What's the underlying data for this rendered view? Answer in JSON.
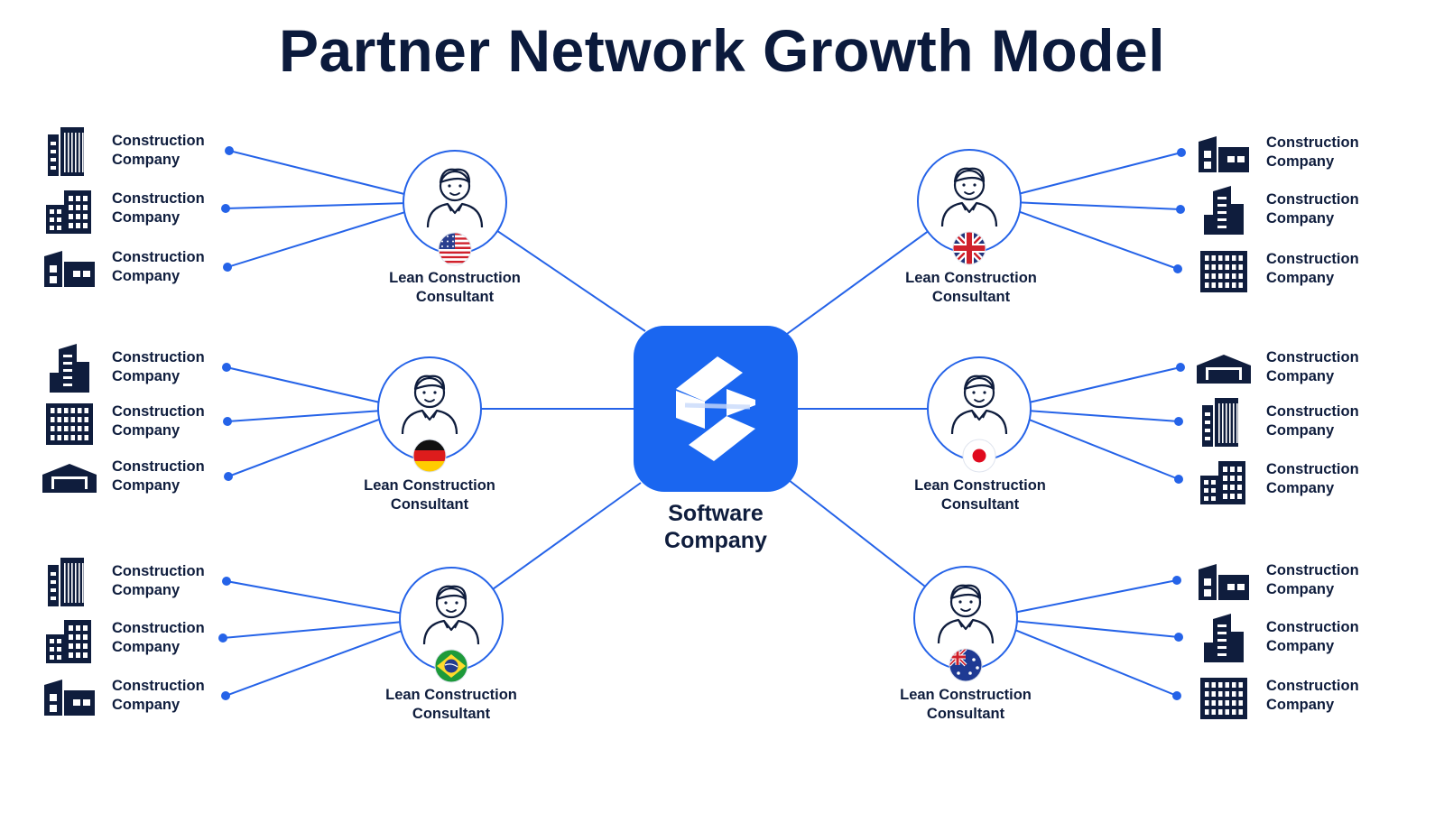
{
  "title": "Partner Network Growth Model",
  "center": {
    "line1": "Software",
    "line2": "Company",
    "icon": "software-logo-icon",
    "color": "#1a66f0"
  },
  "colors": {
    "line": "#2563e8",
    "icon_dark": "#0f1d3d",
    "accent": "#1a66f0"
  },
  "consultants": [
    {
      "id": "us",
      "line1": "Lean Construction",
      "line2": "Consultant",
      "flag": "us-flag-icon"
    },
    {
      "id": "de",
      "line1": "Lean Construction",
      "line2": "Consultant",
      "flag": "germany-flag-icon"
    },
    {
      "id": "br",
      "line1": "Lean Construction",
      "line2": "Consultant",
      "flag": "brazil-flag-icon"
    },
    {
      "id": "uk",
      "line1": "Lean Construction",
      "line2": "Consultant",
      "flag": "uk-flag-icon"
    },
    {
      "id": "jp",
      "line1": "Lean Construction",
      "line2": "Consultant",
      "flag": "japan-flag-icon"
    },
    {
      "id": "au",
      "line1": "Lean Construction",
      "line2": "Consultant",
      "flag": "australia-flag-icon"
    }
  ],
  "companies": [
    {
      "line1": "Construction",
      "line2": "Company",
      "icon": "skyscraper-icon"
    },
    {
      "line1": "Construction",
      "line2": "Company",
      "icon": "office-building-icon"
    },
    {
      "line1": "Construction",
      "line2": "Company",
      "icon": "low-building-icon"
    },
    {
      "line1": "Construction",
      "line2": "Company",
      "icon": "tower-building-icon"
    },
    {
      "line1": "Construction",
      "line2": "Company",
      "icon": "apartment-building-icon"
    },
    {
      "line1": "Construction",
      "line2": "Company",
      "icon": "warehouse-icon"
    },
    {
      "line1": "Construction",
      "line2": "Company",
      "icon": "tall-building-icon"
    },
    {
      "line1": "Construction",
      "line2": "Company",
      "icon": "narrow-building-icon"
    },
    {
      "line1": "Construction",
      "line2": "Company",
      "icon": "storefront-icon"
    },
    {
      "line1": "Construction",
      "line2": "Company",
      "icon": "classical-building-icon"
    },
    {
      "line1": "Construction",
      "line2": "Company",
      "icon": "office-block-icon"
    },
    {
      "line1": "Construction",
      "line2": "Company",
      "icon": "factory-icon"
    },
    {
      "line1": "Construction",
      "line2": "Company",
      "icon": "tower-building-icon"
    },
    {
      "line1": "Construction",
      "line2": "Company",
      "icon": "wide-building-icon"
    },
    {
      "line1": "Construction",
      "line2": "Company",
      "icon": "industrial-hall-icon"
    },
    {
      "line1": "Construction",
      "line2": "Company",
      "icon": "glass-tower-icon"
    },
    {
      "line1": "Construction",
      "line2": "Company",
      "icon": "office-building-icon"
    },
    {
      "line1": "Construction",
      "line2": "Company",
      "icon": "factory-chimney-icon"
    }
  ]
}
